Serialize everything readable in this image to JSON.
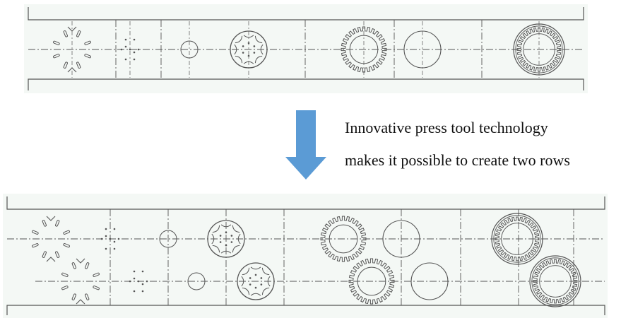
{
  "caption": {
    "line1": "Innovative press tool technology",
    "line2": "makes it possible to create two rows"
  },
  "colors": {
    "panel_background": "#f4f8f5",
    "line": "#555555",
    "arrow": "#5b9bd5"
  },
  "icons": [
    "down-arrow-icon"
  ],
  "strips": [
    {
      "name": "single-row-strip",
      "rows": 1,
      "stations": [
        "slot-cross",
        "pilot-holes",
        "small-circle",
        "rotor-lamination",
        "toothed-ring",
        "large-circle",
        "stator-lamination"
      ]
    },
    {
      "name": "double-row-strip",
      "rows": 2,
      "stations": [
        "slot-cross",
        "pilot-holes",
        "small-circle",
        "rotor-lamination",
        "toothed-ring",
        "large-circle",
        "stator-lamination"
      ]
    }
  ]
}
